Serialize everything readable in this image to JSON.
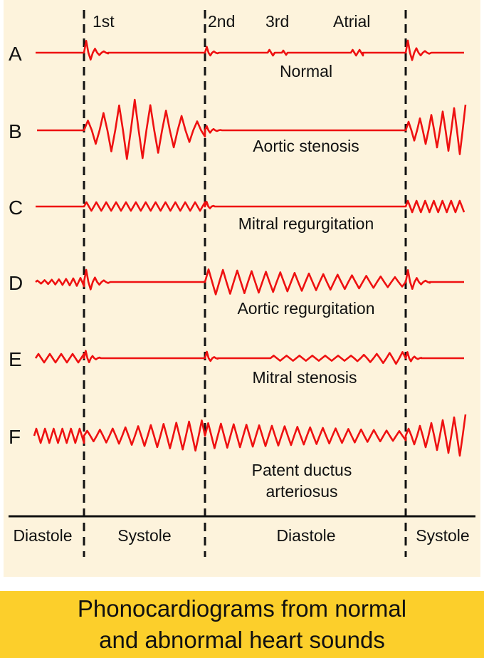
{
  "top_labels": {
    "first": "1st",
    "second": "2nd",
    "third": "3rd",
    "atrial": "Atrial"
  },
  "rows": [
    {
      "letter": "A",
      "label": "Normal"
    },
    {
      "letter": "B",
      "label": "Aortic stenosis"
    },
    {
      "letter": "C",
      "label": "Mitral regurgitation"
    },
    {
      "letter": "D",
      "label": "Aortic regurgitation"
    },
    {
      "letter": "E",
      "label": "Mitral stenosis"
    },
    {
      "letter": "F",
      "label": "Patent ductus",
      "label2": "arteriosus"
    }
  ],
  "phases": [
    "Diastole",
    "Systole",
    "Diastole",
    "Systole"
  ],
  "title": {
    "line1": "Phonocardiograms from normal",
    "line2": "and abnormal heart sounds"
  },
  "colors": {
    "wave": "#ee1111",
    "panel": "#fdf3dc",
    "title_bg": "#fccf2b"
  }
}
